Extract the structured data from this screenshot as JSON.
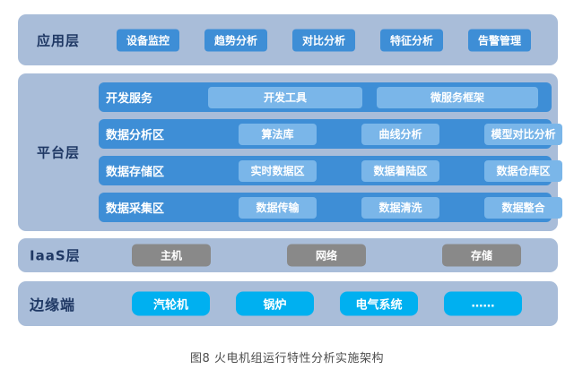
{
  "caption": "图8 火电机组运行特性分析实施架构",
  "layers": {
    "app": {
      "label": "应用层",
      "items": [
        "设备监控",
        "趋势分析",
        "对比分析",
        "特征分析",
        "告警管理"
      ]
    },
    "platform": {
      "label": "平台层",
      "rows": [
        {
          "label": "开发服务",
          "items": [
            "开发工具",
            "微服务框架"
          ]
        },
        {
          "label": "数据分析区",
          "items": [
            "算法库",
            "曲线分析",
            "模型对比分析"
          ]
        },
        {
          "label": "数据存储区",
          "items": [
            "实时数据区",
            "数据着陆区",
            "数据仓库区"
          ]
        },
        {
          "label": "数据采集区",
          "items": [
            "数据传输",
            "数据清洗",
            "数据整合"
          ]
        }
      ]
    },
    "iaas": {
      "label": "IaaS层",
      "items": [
        "主机",
        "网络",
        "存储"
      ]
    },
    "edge": {
      "label": "边缘端",
      "items": [
        "汽轮机",
        "锅炉",
        "电气系统",
        "……"
      ]
    }
  },
  "colors": {
    "layer_bg": "#a9bdd9",
    "primary_blue": "#3e8ed6",
    "light_blue": "#7ab6e9",
    "gray": "#898989",
    "cyan": "#00b0f0",
    "label_navy": "#1f3864",
    "caption_gray": "#4d4d4d"
  }
}
